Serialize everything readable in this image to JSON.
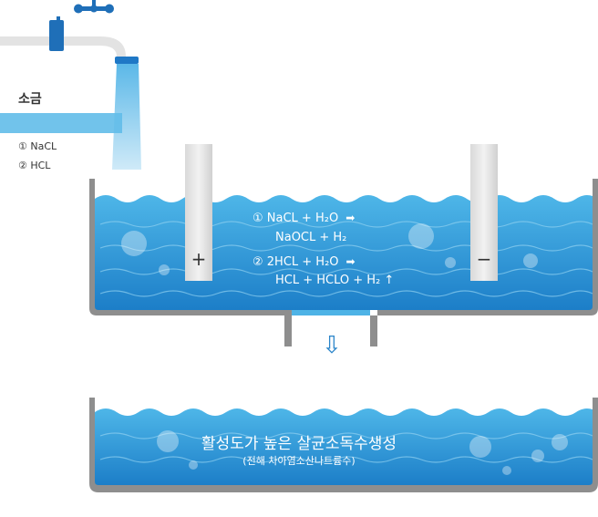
{
  "salt": {
    "title": "소금",
    "items": [
      "① NaCL",
      "② HCL"
    ]
  },
  "reactions": {
    "line1": "① NaCL + H₂O",
    "line2": "NaOCL + H₂",
    "line3": "② 2HCL + H₂O",
    "line4": "HCL + HCLO + H₂ ↑",
    "arrow": "➡"
  },
  "electrodes": {
    "anode": "+",
    "cathode": "−"
  },
  "flow_arrow": "⇩",
  "result": {
    "title": "활성도가 높은 살균소독수생성",
    "subtitle": "(전해 차아염소산나트륨수)"
  },
  "colors": {
    "water_top": "#4eb3e6",
    "water_bottom": "#1f7fc8",
    "tank": "#8e8e8e",
    "pipe": "#e4e4e4",
    "faucet": "#1d77c2"
  }
}
